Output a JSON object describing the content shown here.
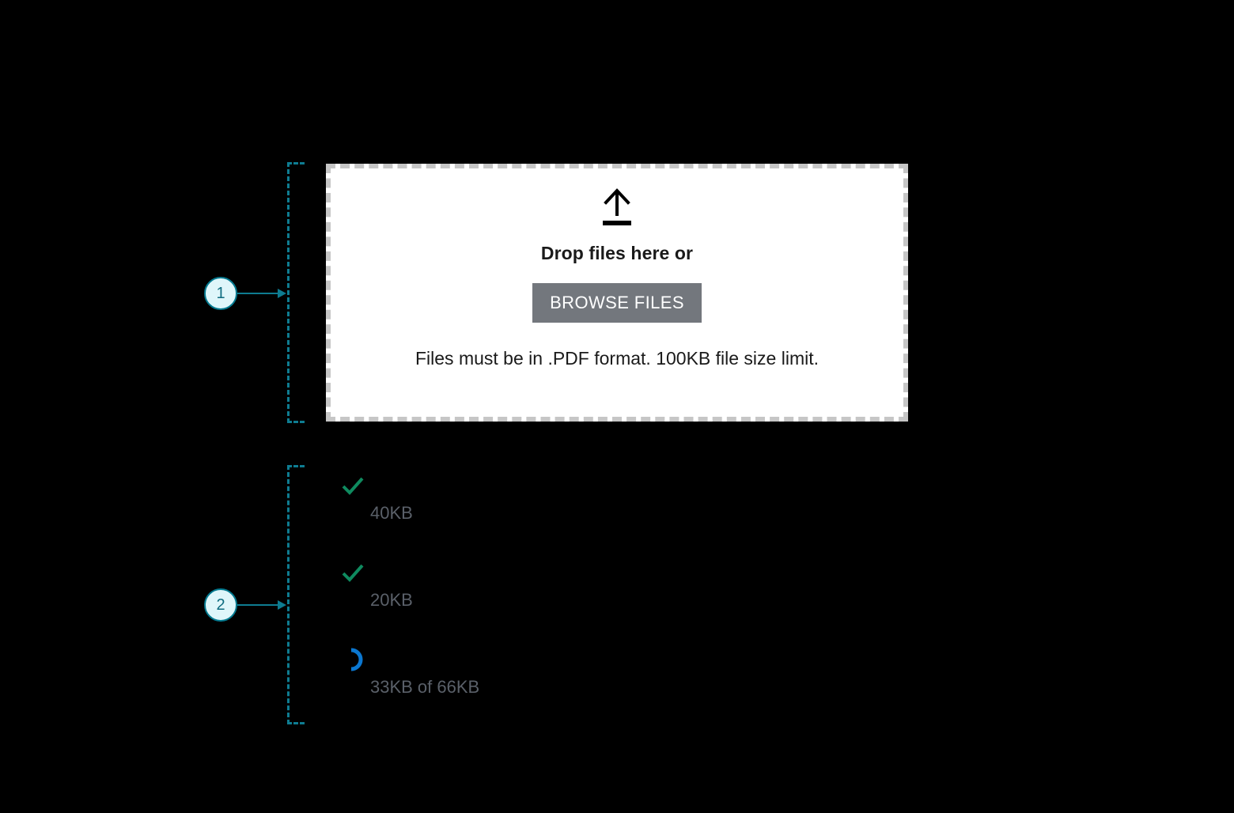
{
  "annotations": [
    {
      "number": "1",
      "target": "file-upload-dropzone"
    },
    {
      "number": "2",
      "target": "uploaded-file-list"
    }
  ],
  "dropzone": {
    "icon": "upload-arrow-icon",
    "title": "Drop files here or",
    "browse_label": "BROWSE FILES",
    "hint": "Files must be in .PDF format. 100KB file size limit."
  },
  "file_list": {
    "items": [
      {
        "status": "complete",
        "status_icon": "check-icon",
        "name": "",
        "meta": "40KB"
      },
      {
        "status": "complete",
        "status_icon": "check-icon",
        "name": "",
        "meta": "20KB"
      },
      {
        "status": "uploading",
        "status_icon": "spinner-icon",
        "name": "",
        "meta": "33KB of 66KB"
      }
    ]
  },
  "colors": {
    "page_background": "#000000",
    "dropzone_background": "#ffffff",
    "dropzone_border": "#c6c6c6",
    "browse_button": "#73777d",
    "browse_button_text": "#ffffff",
    "annotation_accent": "#0e7c91",
    "annotation_circle_fill": "#dff6fa",
    "status_complete": "#0f8a5f",
    "status_uploading": "#0b77d0",
    "meta_text": "#5a6069"
  }
}
